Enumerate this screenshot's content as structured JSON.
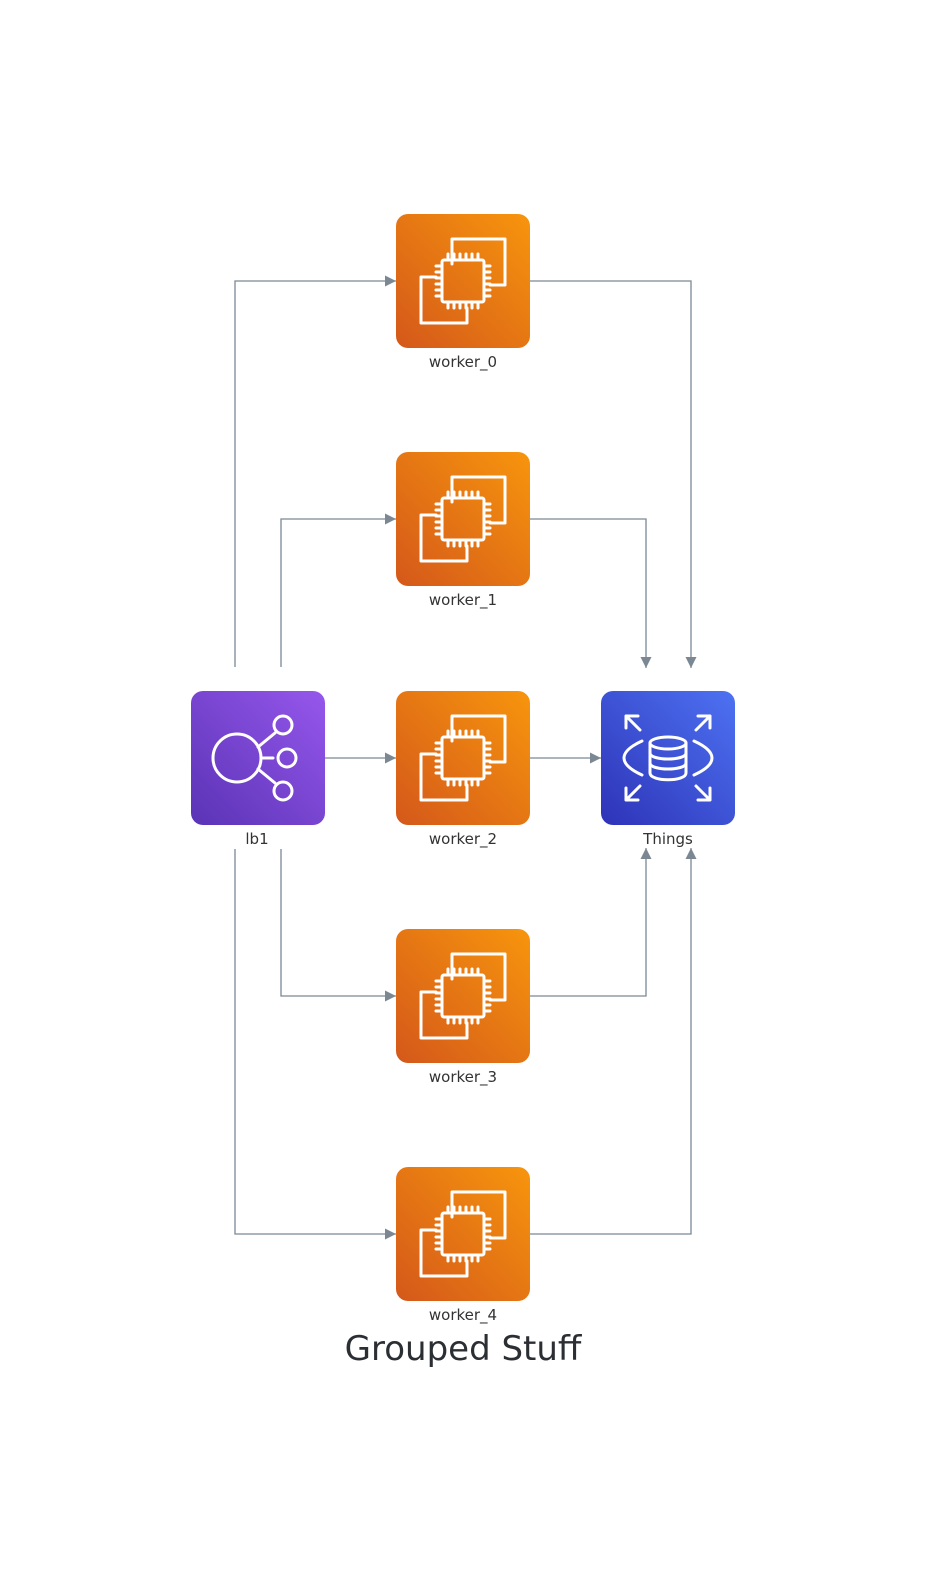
{
  "title": "Grouped Stuff",
  "nodes": {
    "lb1": {
      "label": "lb1",
      "icon": "elastic-load-balancing-icon"
    },
    "worker_0": {
      "label": "worker_0",
      "icon": "ec2-instance-icon"
    },
    "worker_1": {
      "label": "worker_1",
      "icon": "ec2-instance-icon"
    },
    "worker_2": {
      "label": "worker_2",
      "icon": "ec2-instance-icon"
    },
    "worker_3": {
      "label": "worker_3",
      "icon": "ec2-instance-icon"
    },
    "worker_4": {
      "label": "worker_4",
      "icon": "ec2-instance-icon"
    },
    "things": {
      "label": "Things",
      "icon": "rds-database-icon"
    }
  },
  "edges": [
    {
      "from": "lb1",
      "to": "worker_0"
    },
    {
      "from": "lb1",
      "to": "worker_1"
    },
    {
      "from": "lb1",
      "to": "worker_2"
    },
    {
      "from": "lb1",
      "to": "worker_3"
    },
    {
      "from": "lb1",
      "to": "worker_4"
    },
    {
      "from": "worker_0",
      "to": "things"
    },
    {
      "from": "worker_1",
      "to": "things"
    },
    {
      "from": "worker_2",
      "to": "things"
    },
    {
      "from": "worker_3",
      "to": "things"
    },
    {
      "from": "worker_4",
      "to": "things"
    }
  ],
  "colors": {
    "compute_light": "#f7950d",
    "compute_dark": "#d4581a",
    "network_light": "#9657ec",
    "network_dark": "#5a33b5",
    "database_light": "#4d72f2",
    "database_dark": "#2e33b8",
    "edge": "#7b8894"
  }
}
